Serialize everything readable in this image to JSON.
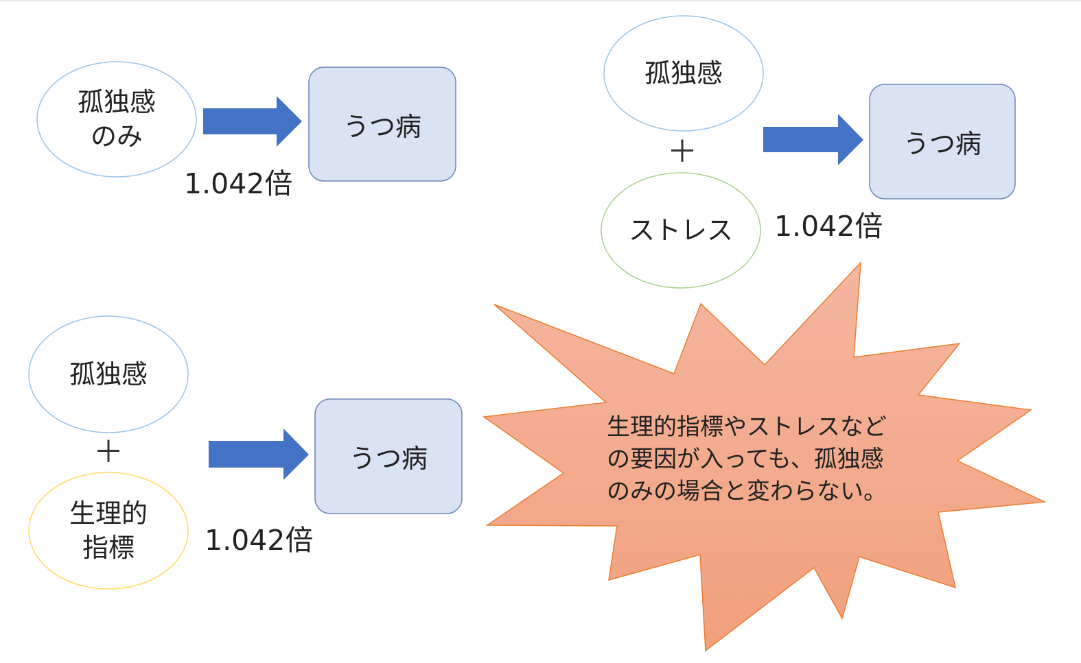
{
  "colors": {
    "arrow": "#4472C4",
    "box_fill": "#DAE3F3",
    "box_stroke": "#6E86B8",
    "ellipse_blue": "#9DC3E6",
    "ellipse_green": "#A9D18E",
    "ellipse_yellow": "#FFD966",
    "burst_fill_top": "#F4B6A0",
    "burst_fill_bottom": "#F2A07E",
    "burst_stroke": "#ED7D31"
  },
  "diagram_1": {
    "cause_line1": "孤独感",
    "cause_line2": "のみ",
    "outcome": "うつ病",
    "ratio": "1.042倍"
  },
  "diagram_2": {
    "cause_a": "孤独感",
    "plus": "＋",
    "cause_b": "ストレス",
    "outcome": "うつ病",
    "ratio": "1.042倍"
  },
  "diagram_3": {
    "cause_a": "孤独感",
    "plus": "＋",
    "cause_b_line1": "生理的",
    "cause_b_line2": "指標",
    "outcome": "うつ病",
    "ratio": "1.042倍"
  },
  "callout": {
    "line1": "生理的指標やストレスなど",
    "line2": "の要因が入っても、孤独感",
    "line3": "のみの場合と変わらない。"
  }
}
